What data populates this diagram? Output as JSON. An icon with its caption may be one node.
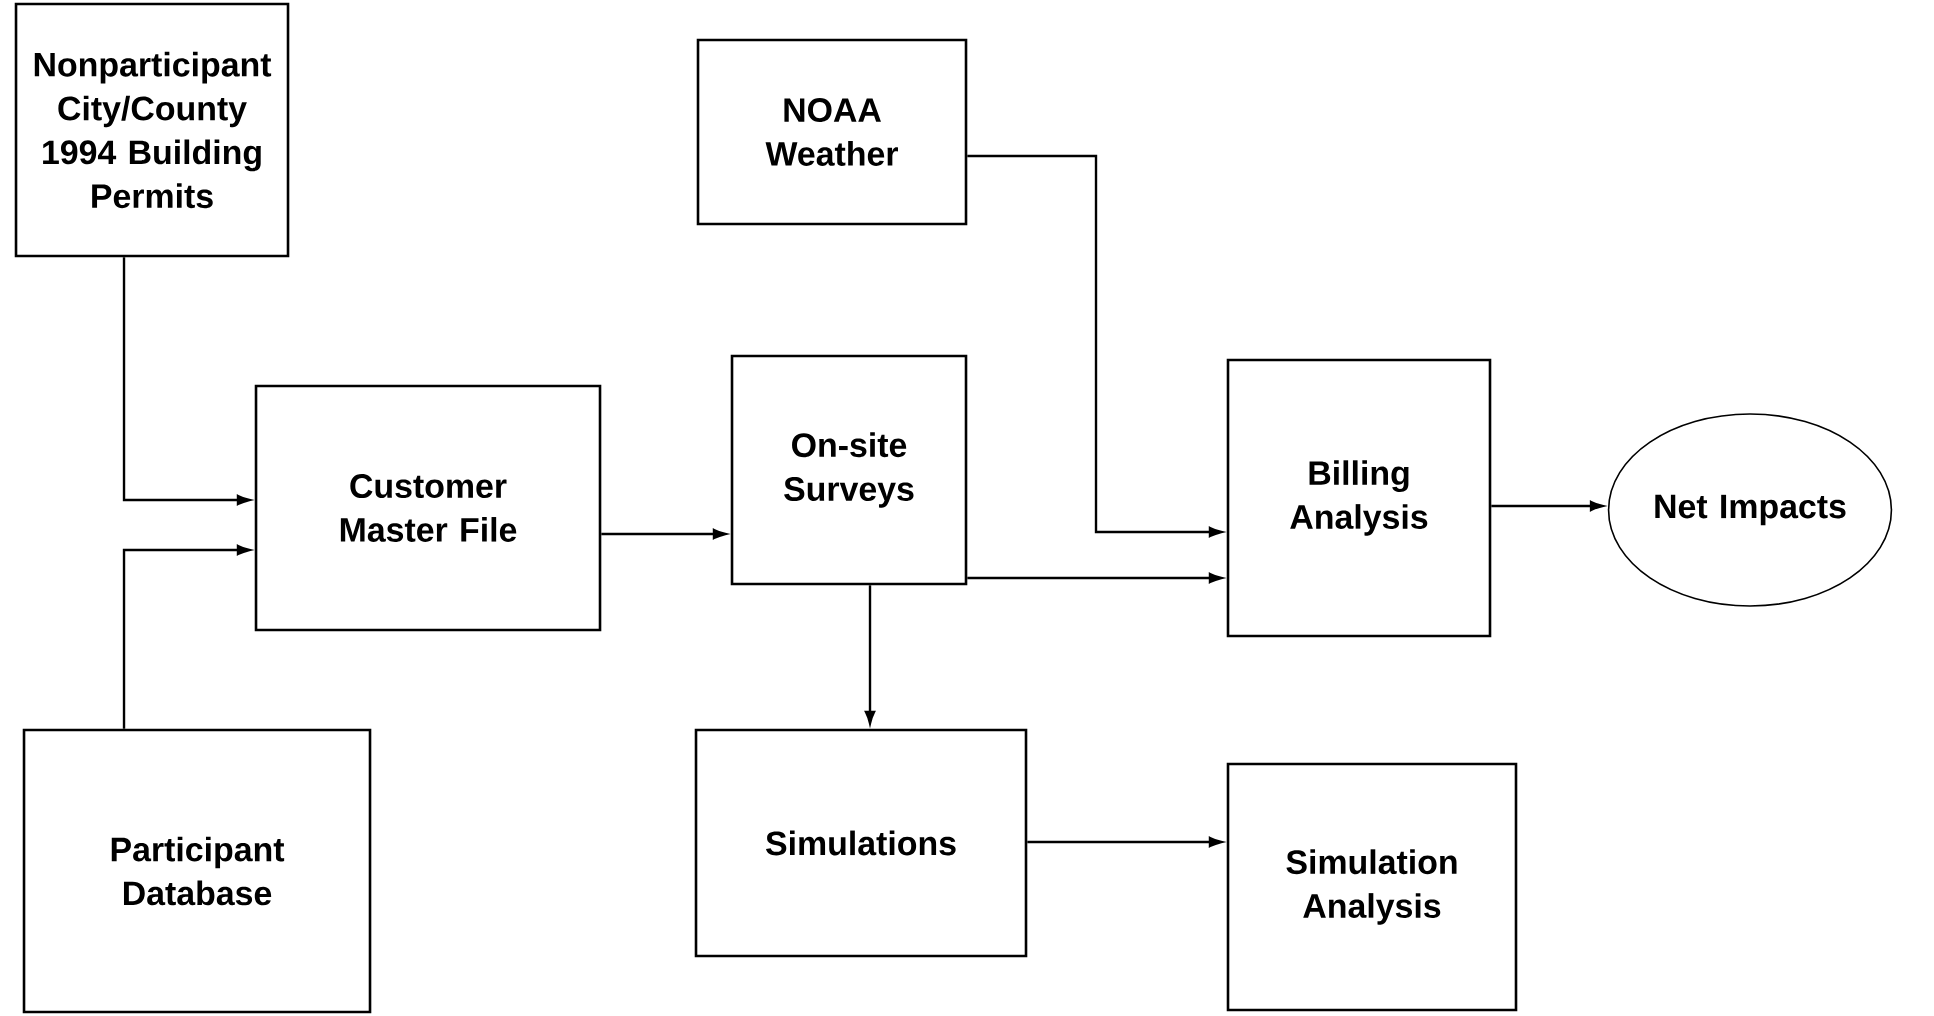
{
  "diagram": {
    "nodes": [
      {
        "text": [
          "Nonparticipant City/County 1994 Building Permits"
        ]
      },
      {
        "text": [
          "NOAA Weather"
        ]
      },
      {
        "text": [
          "Customer Master File"
        ]
      },
      {
        "text": [
          "On-site Surveys"
        ]
      },
      {
        "text": [
          "Billing Analysis"
        ]
      },
      {
        "text": [
          "Net Impacts"
        ]
      },
      {
        "text": [
          "Participant Database"
        ]
      },
      {
        "text": [
          "Simulations"
        ]
      },
      {
        "text": [
          "Simulation Analysis"
        ]
      }
    ],
    "edges": [
      {
        "from": 0,
        "to": 2,
        "arrow": "to"
      },
      {
        "from": 6,
        "to": 2,
        "arrow": "to"
      },
      {
        "from": 2,
        "to": 3,
        "arrow": "to"
      },
      {
        "from": 1,
        "to": 4,
        "arrow": "to"
      },
      {
        "from": 3,
        "to": 4,
        "arrow": "to"
      },
      {
        "from": 4,
        "to": 5,
        "arrow": "to"
      },
      {
        "from": 3,
        "to": 7,
        "arrow": "to"
      },
      {
        "from": 7,
        "to": 8,
        "arrow": "to"
      }
    ]
  }
}
